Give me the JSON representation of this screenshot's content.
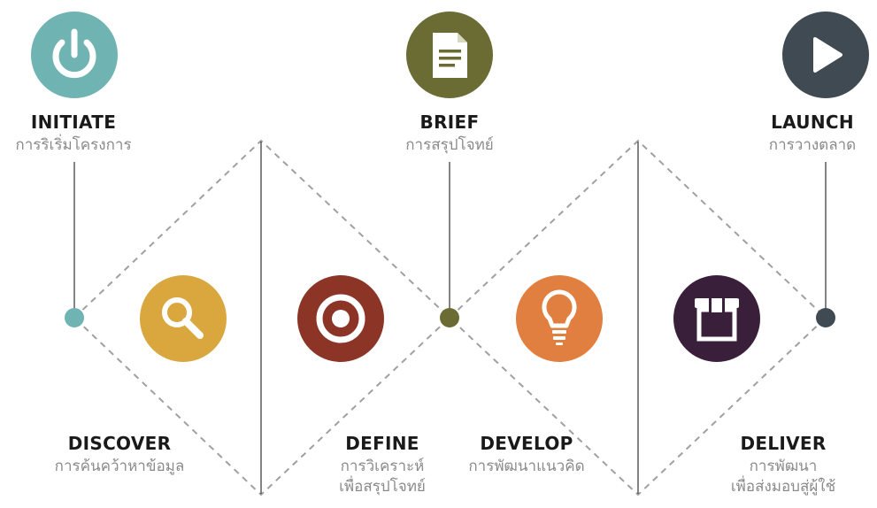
{
  "colors": {
    "initiate": "#6fb3b3",
    "brief": "#6b6b34",
    "launch": "#3f4a53",
    "discover": "#d9a73e",
    "define": "#8c3527",
    "develop": "#e07f3f",
    "deliver": "#3a1f3a",
    "dashed_line": "#a0a0a0",
    "solid_line": "#333333"
  },
  "steps": {
    "initiate": {
      "title": "INITIATE",
      "subtitle": "การริเริ่มโครงการ",
      "icon": "power-icon"
    },
    "brief": {
      "title": "BRIEF",
      "subtitle": "การสรุปโจทย์",
      "icon": "document-icon"
    },
    "launch": {
      "title": "LAUNCH",
      "subtitle": "การวางตลาด",
      "icon": "play-icon"
    },
    "discover": {
      "title": "DISCOVER",
      "subtitle": "การค้นคว้าหาข้อมูล",
      "icon": "magnifier-icon"
    },
    "define": {
      "title": "DEFINE",
      "subtitle_line1": "การวิเคราะห์",
      "subtitle_line2": "เพื่อสรุปโจทย์",
      "icon": "target-icon"
    },
    "develop": {
      "title": "DEVELOP",
      "subtitle": "การพัฒนาแนวคิด",
      "icon": "lightbulb-icon"
    },
    "deliver": {
      "title": "DELIVER",
      "subtitle_line1": "การพัฒนา",
      "subtitle_line2": "เพื่อส่งมอบสู่ผู้ใช้",
      "icon": "box-icon"
    }
  }
}
